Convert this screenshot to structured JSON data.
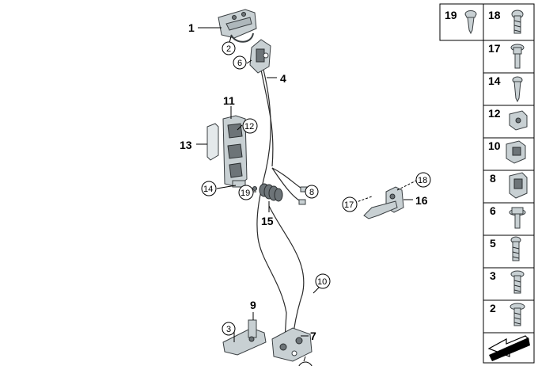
{
  "callouts": {
    "c1": "1",
    "c2": "2",
    "c3": "3",
    "c4": "4",
    "c6": "6",
    "c7": "7",
    "c8": "8",
    "c9": "9",
    "c10": "10",
    "c11": "11",
    "c12": "12",
    "c13": "13",
    "c14": "14",
    "c15": "15",
    "c16": "16",
    "c17": "17",
    "c18": "18",
    "c19": "19"
  },
  "sidebar": {
    "items": [
      {
        "number": "19",
        "icon": "clip-icon"
      },
      {
        "number": "18",
        "icon": "torx-screw-icon"
      },
      {
        "number": "17",
        "icon": "flange-bolt-icon"
      },
      {
        "number": "14",
        "icon": "self-tapping-screw-icon"
      },
      {
        "number": "12",
        "icon": "clip-nut-icon"
      },
      {
        "number": "10",
        "icon": "cable-clip-icon"
      },
      {
        "number": "8",
        "icon": "spreader-nut-icon"
      },
      {
        "number": "6",
        "icon": "hex-collar-bolt-icon"
      },
      {
        "number": "5",
        "icon": "fillister-screw-icon"
      },
      {
        "number": "3",
        "icon": "collar-screw-icon"
      },
      {
        "number": "2",
        "icon": "collar-screw-icon"
      }
    ],
    "footer_icon": "orientation-arrow-icon"
  },
  "colors": {
    "part": "#c8d0d3",
    "part_dark": "#6d7478",
    "outline": "#3a3f42",
    "label": "#000000"
  }
}
